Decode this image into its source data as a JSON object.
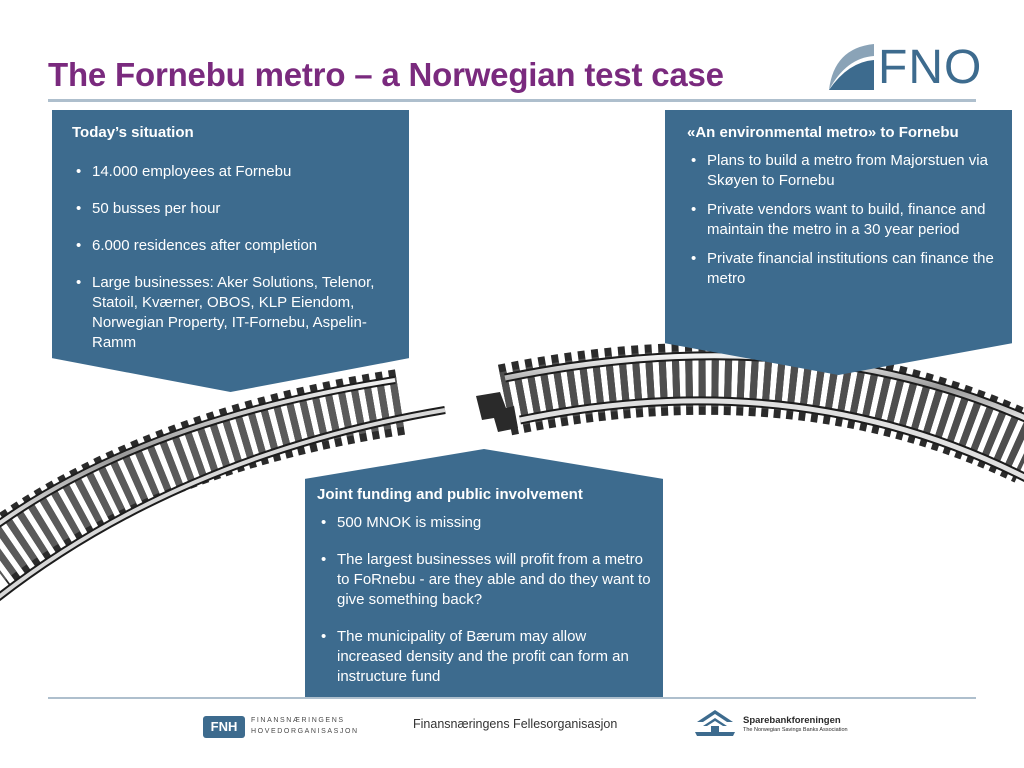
{
  "title": "The Fornebu metro – a Norwegian test case",
  "logos": {
    "fno": "FNO",
    "fnh_mark": "FNH",
    "fnh_line1": "FINANSNÆRINGENS",
    "fnh_line2": "HOVEDORGANISASJON",
    "fellesorganisasjon": "Finansnæringens Fellesorganisasjon",
    "sparebank_name": "Sparebankforeningen",
    "sparebank_sub": "The Norwegian Savings Banks Association"
  },
  "boxes": {
    "left": {
      "heading": "Today’s situation",
      "items": [
        "14.000 employees at Fornebu",
        "50 busses per hour",
        "6.000 residences after completion",
        "Large businesses: Aker Solutions, Telenor, Statoil, Kværner, OBOS, KLP Eiendom, Norwegian Property, IT-Fornebu, Aspelin-Ramm"
      ]
    },
    "right": {
      "heading": "«An environmental metro» to Fornebu",
      "items": [
        "Plans to build a metro from Majorstuen via Skøyen to Fornebu",
        "Private vendors want to build, finance and maintain the metro in a 30 year period",
        "Private financial institutions can finance the metro"
      ]
    },
    "center": {
      "heading": "Joint funding and public involvement",
      "items": [
        "500 MNOK is missing",
        "The largest businesses will profit from a metro to FoRnebu - are they able and do they want to give something back?",
        "The municipality of Bærum may allow increased density and the profit can form an instructure fund"
      ]
    }
  },
  "colors": {
    "title": "#7a2a7e",
    "box": "#3d6b8e",
    "rule": "#aebfcd"
  }
}
